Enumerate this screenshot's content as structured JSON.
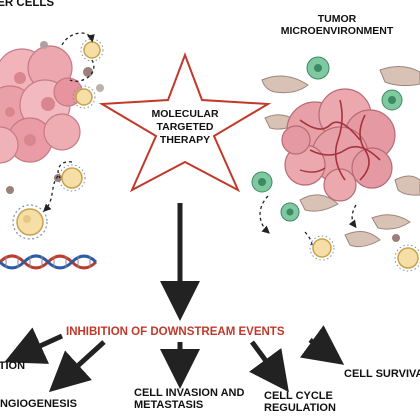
{
  "labels": {
    "cancer_cells": "CANCER CELLS",
    "tumor_line1": "TUMOR",
    "tumor_line2": "MICROENVIRONMENT",
    "star_line1": "MOLECULAR",
    "star_line2": "TARGETED",
    "star_line3": "THERAPY",
    "inhibition": "INHIBITION OF DOWNSTREAM EVENTS",
    "outcome_left": "PROLIFERATION",
    "outcome_angiogenesis": "ANGIOGENESIS",
    "outcome_invasion_line1": "CELL INVASION AND",
    "outcome_invasion_line2": "METASTASIS",
    "outcome_cycle_line1": "CELL CYCLE",
    "outcome_cycle_line2": "REGULATION",
    "outcome_survival": "CELL SURVIVAL"
  },
  "colors": {
    "inhibition_text": "#c0392b",
    "star_stroke": "#c0392b",
    "tumor_cells": "#e8a0a8",
    "arrow": "#222222"
  }
}
